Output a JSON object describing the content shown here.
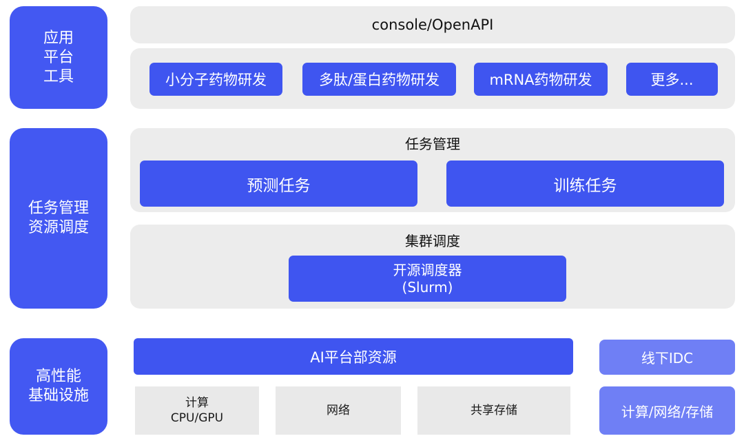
{
  "side_labels": {
    "app_tools": "应用\n平台\n工具",
    "task_resource": "任务管理\n资源调度",
    "hpc_infra": "高性能\n基础设施"
  },
  "app_layer": {
    "console_label": "console/OpenAPI",
    "items": [
      "小分子药物研发",
      "多肽/蛋白药物研发",
      "mRNA药物研发",
      "更多..."
    ]
  },
  "task_mgmt": {
    "title": "任务管理",
    "items": [
      "预测任务",
      "训练任务"
    ]
  },
  "cluster": {
    "title": "集群调度",
    "scheduler": "开源调度器\n(Slurm)"
  },
  "infra": {
    "ai_platform": "AI平台部资源",
    "resources": [
      "计算\nCPU/GPU",
      "网络",
      "共享存储"
    ],
    "idc": "线下IDC",
    "idc_resources": "计算/网络/存储"
  }
}
